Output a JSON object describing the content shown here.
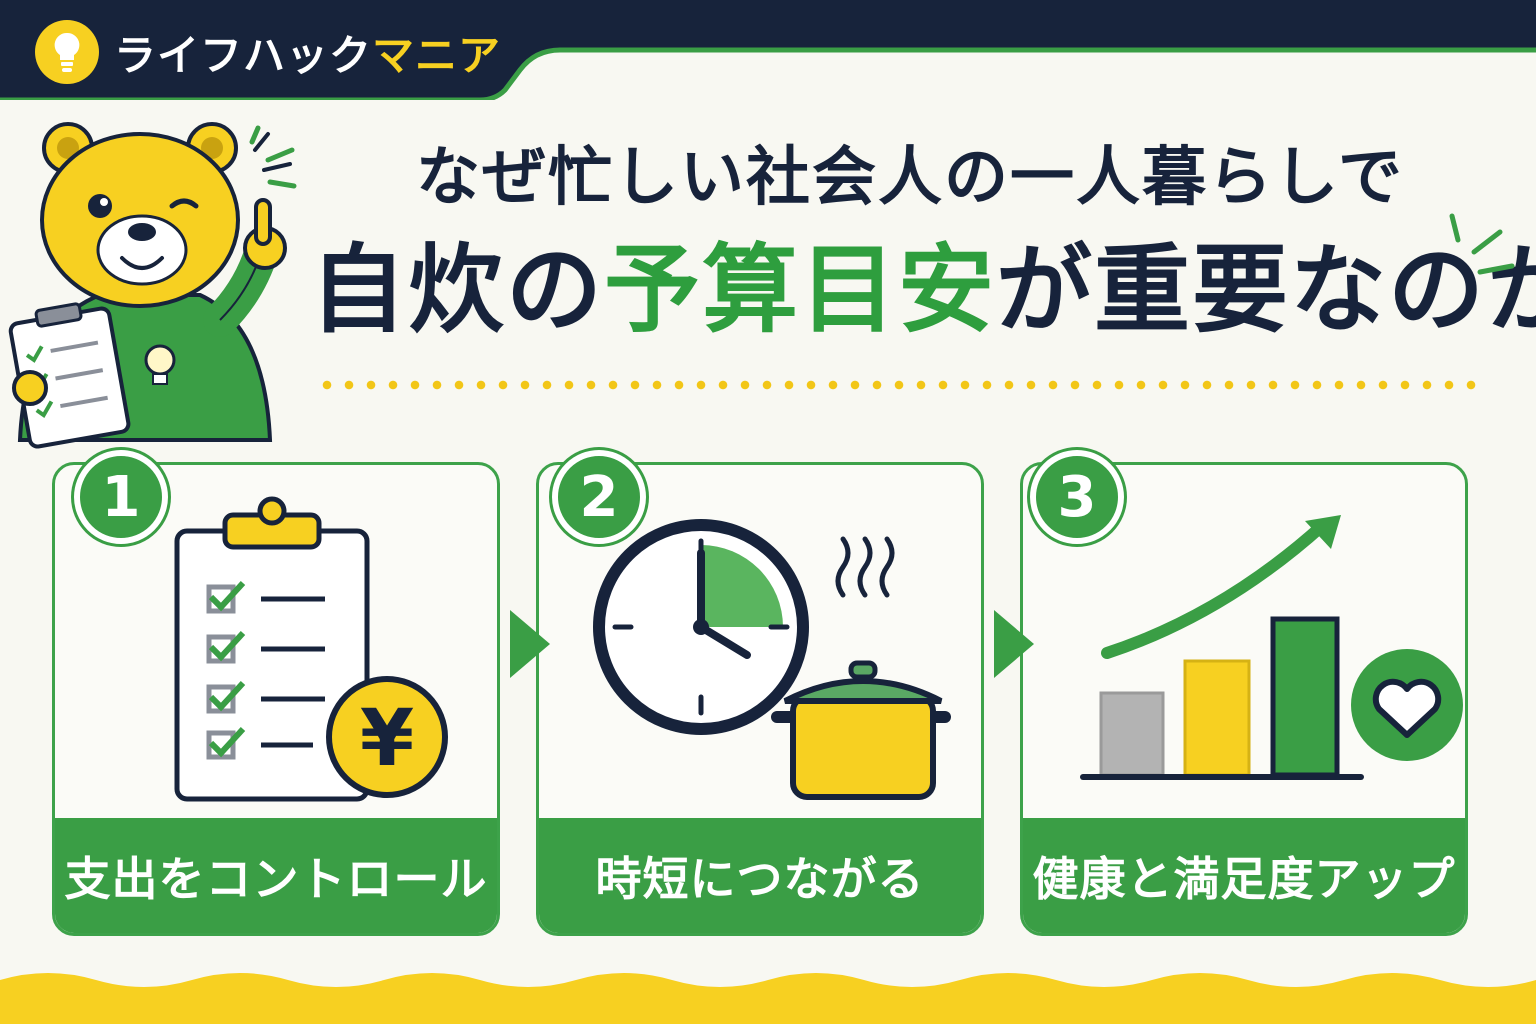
{
  "brand": {
    "name_white": "ライフハック",
    "name_yellow": "マニア"
  },
  "headline": {
    "line1": "なぜ忙しい社会人の一人暮らしで",
    "line2_a": "自炊の",
    "line2_b": "予算目安",
    "line2_c": "が重要なのか"
  },
  "steps": [
    {
      "number": "1",
      "label": "支出をコントロール",
      "icon": "clipboard-yen-icon"
    },
    {
      "number": "2",
      "label": "時短につながる",
      "icon": "clock-pot-icon"
    },
    {
      "number": "3",
      "label": "健康と満足度アップ",
      "icon": "growth-chart-heart-icon"
    }
  ],
  "coin_symbol": "¥",
  "colors": {
    "navy": "#17233b",
    "green": "#3a9e45",
    "yellow": "#f7d021",
    "background": "#f8f8f2"
  }
}
